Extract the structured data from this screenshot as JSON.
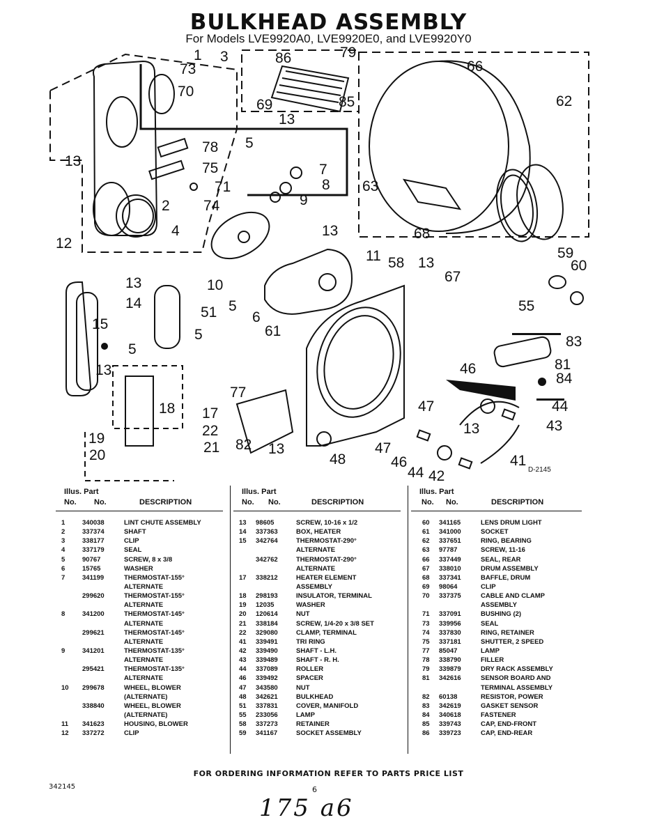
{
  "title": "BULKHEAD ASSEMBLY",
  "subtitle": "For Models LVE9920A0, LVE9920E0, and LVE9920Y0",
  "diagram_code": "D-2145",
  "callouts": [
    "1",
    "73",
    "3",
    "86",
    "79",
    "66",
    "70",
    "69",
    "13",
    "85",
    "62",
    "78",
    "5",
    "13",
    "7",
    "75",
    "8",
    "63",
    "71",
    "9",
    "2",
    "74",
    "4",
    "68",
    "13",
    "12",
    "11",
    "67",
    "58",
    "13",
    "59",
    "60",
    "13",
    "10",
    "14",
    "5",
    "51",
    "55",
    "6",
    "15",
    "61",
    "83",
    "5",
    "5",
    "13",
    "81",
    "46",
    "84",
    "77",
    "47",
    "18",
    "17",
    "44",
    "22",
    "43",
    "19",
    "21",
    "13",
    "82",
    "13",
    "47",
    "20",
    "46",
    "41",
    "48",
    "44",
    "42"
  ],
  "table": {
    "header_line1": "Illus. Part",
    "header_no1": "No.",
    "header_no2": "No.",
    "header_desc": "DESCRIPTION",
    "col1": [
      [
        "1",
        "340038",
        "LINT CHUTE ASSEMBLY"
      ],
      [
        "2",
        "337374",
        "SHAFT"
      ],
      [
        "3",
        "338177",
        "CLIP"
      ],
      [
        "4",
        "337179",
        "SEAL"
      ],
      [
        "5",
        "90767",
        "SCREW, 8 x 3/8"
      ],
      [
        "6",
        "15765",
        "WASHER"
      ],
      [
        "7",
        "341199",
        "THERMOSTAT-155°"
      ],
      [
        "",
        "",
        "ALTERNATE"
      ],
      [
        "",
        "299620",
        "THERMOSTAT-155°"
      ],
      [
        "",
        "",
        "ALTERNATE"
      ],
      [
        "8",
        "341200",
        "THERMOSTAT-145°"
      ],
      [
        "",
        "",
        "ALTERNATE"
      ],
      [
        "",
        "299621",
        "THERMOSTAT-145°"
      ],
      [
        "",
        "",
        "ALTERNATE"
      ],
      [
        "9",
        "341201",
        "THERMOSTAT-135°"
      ],
      [
        "",
        "",
        "ALTERNATE"
      ],
      [
        "",
        "295421",
        "THERMOSTAT-135°"
      ],
      [
        "",
        "",
        "ALTERNATE"
      ],
      [
        "10",
        "299678",
        "WHEEL, BLOWER"
      ],
      [
        "",
        "",
        "(ALTERNATE)"
      ],
      [
        "",
        "338840",
        "WHEEL, BLOWER"
      ],
      [
        "",
        "",
        "(ALTERNATE)"
      ],
      [
        "11",
        "341623",
        "HOUSING, BLOWER"
      ],
      [
        "12",
        "337272",
        "CLIP"
      ]
    ],
    "col2": [
      [
        "13",
        "98605",
        "SCREW, 10-16 x 1/2"
      ],
      [
        "14",
        "337363",
        "BOX, HEATER"
      ],
      [
        "15",
        "342764",
        "THERMOSTAT-290°"
      ],
      [
        "",
        "",
        "ALTERNATE"
      ],
      [
        "",
        "342762",
        "THERMOSTAT-290°"
      ],
      [
        "",
        "",
        "ALTERNATE"
      ],
      [
        "17",
        "338212",
        "HEATER ELEMENT"
      ],
      [
        "",
        "",
        "ASSEMBLY"
      ],
      [
        "18",
        "298193",
        "INSULATOR, TERMINAL"
      ],
      [
        "19",
        "12035",
        "WASHER"
      ],
      [
        "20",
        "120614",
        "NUT"
      ],
      [
        "21",
        "338184",
        "SCREW, 1/4-20 x 3/8 SET"
      ],
      [
        "22",
        "329080",
        "CLAMP, TERMINAL"
      ],
      [
        "41",
        "339491",
        "TRI RING"
      ],
      [
        "42",
        "339490",
        "SHAFT - L.H."
      ],
      [
        "43",
        "339489",
        "SHAFT - R. H."
      ],
      [
        "44",
        "337089",
        "ROLLER"
      ],
      [
        "46",
        "339492",
        "SPACER"
      ],
      [
        "47",
        "343580",
        "NUT"
      ],
      [
        "48",
        "342621",
        "BULKHEAD"
      ],
      [
        "51",
        "337831",
        "COVER, MANIFOLD"
      ],
      [
        "55",
        "233056",
        "LAMP"
      ],
      [
        "58",
        "337273",
        "RETAINER"
      ],
      [
        "59",
        "341167",
        "SOCKET ASSEMBLY"
      ]
    ],
    "col3": [
      [
        "60",
        "341165",
        "LENS DRUM LIGHT"
      ],
      [
        "61",
        "341000",
        "SOCKET"
      ],
      [
        "62",
        "337651",
        "RING, BEARING"
      ],
      [
        "63",
        "97787",
        "SCREW, 11-16"
      ],
      [
        "66",
        "337449",
        "SEAL, REAR"
      ],
      [
        "67",
        "338010",
        "DRUM ASSEMBLY"
      ],
      [
        "68",
        "337341",
        "BAFFLE, DRUM"
      ],
      [
        "69",
        "98064",
        "CLIP"
      ],
      [
        "70",
        "337375",
        "CABLE AND CLAMP"
      ],
      [
        "",
        "",
        "ASSEMBLY"
      ],
      [
        "71",
        "337091",
        "BUSHING (2)"
      ],
      [
        "73",
        "339956",
        "SEAL"
      ],
      [
        "74",
        "337830",
        "RING, RETAINER"
      ],
      [
        "75",
        "337181",
        "SHUTTER, 2 SPEED"
      ],
      [
        "77",
        "85047",
        "LAMP"
      ],
      [
        "78",
        "338790",
        "FILLER"
      ],
      [
        "79",
        "339879",
        "DRY RACK ASSEMBLY"
      ],
      [
        "81",
        "342616",
        "SENSOR BOARD AND"
      ],
      [
        "",
        "",
        "TERMINAL ASSEMBLY"
      ],
      [
        "82",
        "60138",
        "RESISTOR, POWER"
      ],
      [
        "83",
        "342619",
        "GASKET SENSOR"
      ],
      [
        "84",
        "340618",
        "FASTENER"
      ],
      [
        "85",
        "339743",
        "CAP, END-FRONT"
      ],
      [
        "86",
        "339723",
        "CAP, END-REAR"
      ]
    ]
  },
  "footer": "FOR ORDERING INFORMATION REFER TO PARTS PRICE LIST",
  "part_number": "342145",
  "page_number": "6",
  "handwritten": "175 a6"
}
